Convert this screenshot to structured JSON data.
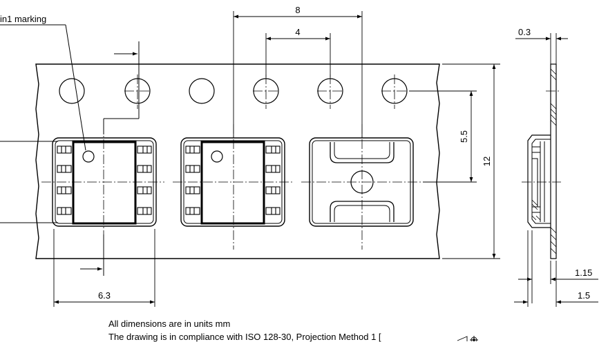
{
  "labels": {
    "pin_marking": "in1 marking"
  },
  "dimensions": {
    "pocket_pitch": "8",
    "hole_pitch": "4",
    "cover_tape": "0.3",
    "hole_to_pocket": "5.5",
    "tape_width": "12",
    "pocket_width": "6.3",
    "pocket_depth": "1.15",
    "total_height": "1.5"
  },
  "notes": {
    "units": "All dimensions are in units mm",
    "standard": "The drawing is in compliance with ISO 128-30, Projection Method 1 ["
  }
}
